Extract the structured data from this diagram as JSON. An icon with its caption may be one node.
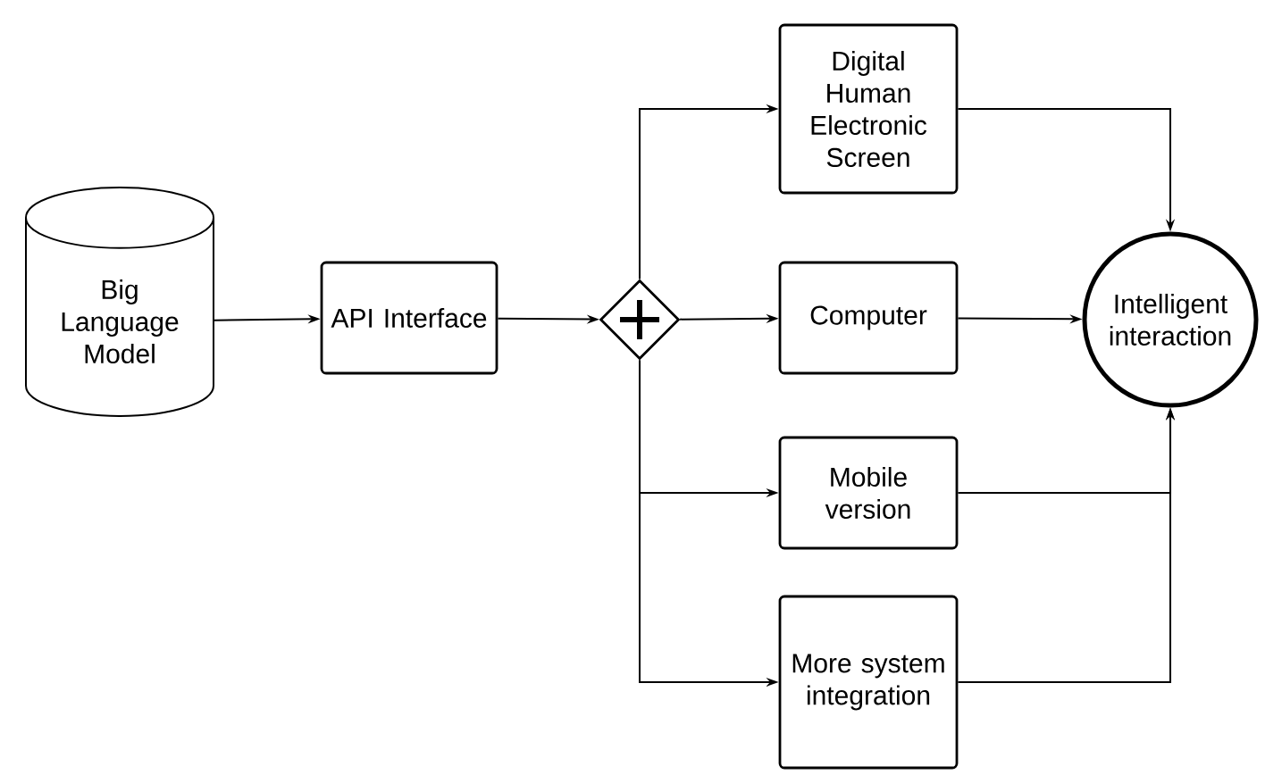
{
  "diagram": {
    "nodes": [
      {
        "text": [
          "Big Language Model"
        ]
      },
      {
        "text": [
          "API Interface"
        ]
      },
      {
        "text": [],
        "shape": "diamond"
      },
      {
        "text": [
          "Digital Human Electronic Screen"
        ]
      },
      {
        "text": [
          "Computer"
        ]
      },
      {
        "text": [
          "Mobile version"
        ]
      },
      {
        "text": [
          "More system integration"
        ]
      },
      {
        "text": [
          "Intelligent interaction"
        ]
      }
    ],
    "edges": [
      {
        "from": 0,
        "to": 1,
        "arrow": "to"
      },
      {
        "from": 1,
        "to": 2,
        "arrow": "to"
      },
      {
        "from": 2,
        "to": 3,
        "arrow": "to"
      },
      {
        "from": 2,
        "to": 4,
        "arrow": "to"
      },
      {
        "from": 2,
        "to": 5,
        "arrow": "to"
      },
      {
        "from": 2,
        "to": 6,
        "arrow": "to"
      },
      {
        "from": 3,
        "to": 7,
        "arrow": "to"
      },
      {
        "from": 4,
        "to": 7,
        "arrow": "to"
      },
      {
        "from": 5,
        "to": 7,
        "arrow": "to"
      },
      {
        "from": 6,
        "to": 7,
        "arrow": "to"
      }
    ]
  }
}
